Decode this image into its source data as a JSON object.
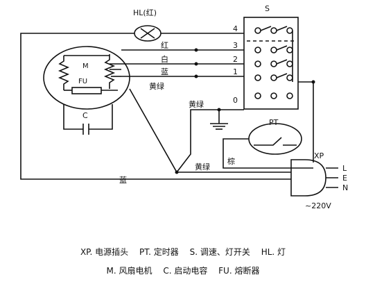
{
  "labels": {
    "hl": "HL(红)",
    "s": "S",
    "m": "M",
    "fu": "FU",
    "c": "C",
    "pt": "PT",
    "xp": "XP",
    "l": "L",
    "e": "E",
    "n": "N",
    "v": "~220V",
    "red": "红",
    "white": "白",
    "blue": "蓝",
    "yg1": "黄绿",
    "yg2": "黄绿",
    "yg3": "黄绿",
    "brown": "棕",
    "blue2": "蓝",
    "t4": "4",
    "t3": "3",
    "t2": "2",
    "t1": "1",
    "t0": "0"
  },
  "legend": {
    "line1": [
      "XP. 电源插头",
      "PT. 定时器",
      "S. 调速、灯开关",
      "HL. 灯"
    ],
    "line2": [
      "M. 风扇电机",
      "C. 启动电容",
      "FU. 熔断器"
    ]
  }
}
